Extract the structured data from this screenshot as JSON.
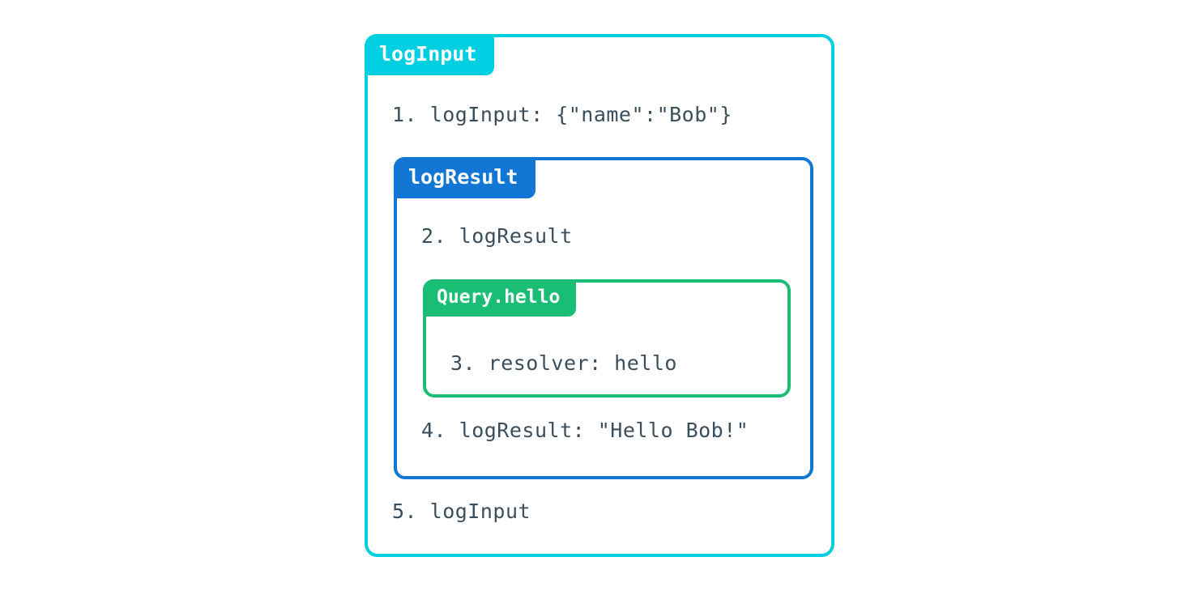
{
  "diagram": {
    "type": "nested-trace-boxes",
    "background_color": "#ffffff",
    "text_color": "#3b4e5d",
    "boxes": [
      {
        "id": "logInput",
        "label": "logInput",
        "color": "#00cee1",
        "level": 0,
        "lines": [
          "1. logInput: {\"name\":\"Bob\"}",
          "5. logInput"
        ]
      },
      {
        "id": "logResult",
        "label": "logResult",
        "color": "#1277d4",
        "level": 1,
        "lines": [
          "2. logResult",
          "4. logResult: \"Hello Bob!\""
        ]
      },
      {
        "id": "query-hello",
        "label": "Query.hello",
        "color": "#1abd74",
        "level": 2,
        "lines": [
          "3. resolver: hello"
        ]
      }
    ],
    "trace_sequence": [
      {
        "step": 1,
        "text": "1. logInput: {\"name\":\"Bob\"}",
        "scope": "logInput"
      },
      {
        "step": 2,
        "text": "2. logResult",
        "scope": "logResult"
      },
      {
        "step": 3,
        "text": "3. resolver: hello",
        "scope": "Query.hello"
      },
      {
        "step": 4,
        "text": "4. logResult: \"Hello Bob!\"",
        "scope": "logResult"
      },
      {
        "step": 5,
        "text": "5. logInput",
        "scope": "logInput"
      }
    ]
  }
}
